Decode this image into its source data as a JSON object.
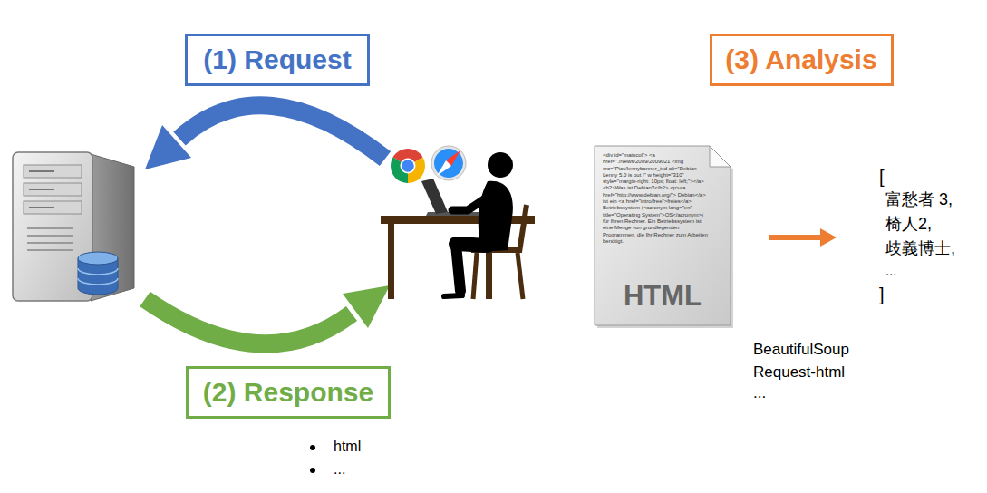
{
  "diagram": {
    "nodes": [
      {
        "text": [
          "(1) Request"
        ]
      },
      {
        "text": [
          "(3) Analysis"
        ]
      },
      {
        "text": [
          "<div id=\"maincol\"> <a href=\"./News/2009/2009021 <img src=\"Pics/lennybanner_ind alt=\"Debian Lenny 5.0 is out !\" w height=\"310\" style=\"margin-right: 10px; float: left;\"></a> <h2>Was ist Debian?</h2> <p><a href=\"http://www.debian.org/\"> Debian</a> ist ein <a href=\"intro/free\">freies</a> Betriebssystem (<acronym lang=\"en\" title=\"Operating System\">OS</acronym>) für Ihren Rechner. Ein Betriebssystem ist eine Menge von grundlegenden Programmen, die Ihr Rechner zum Arbeiten benötigt.",
          "HTML"
        ]
      },
      {
        "text": [
          "(2) Response"
        ]
      }
    ],
    "labels": [
      "[",
      "富愁者 3,",
      "椅人2,",
      "歧義博士,",
      "...",
      "]",
      "BeautifulSoup",
      "Request-html",
      "...",
      "html",
      "..."
    ]
  }
}
